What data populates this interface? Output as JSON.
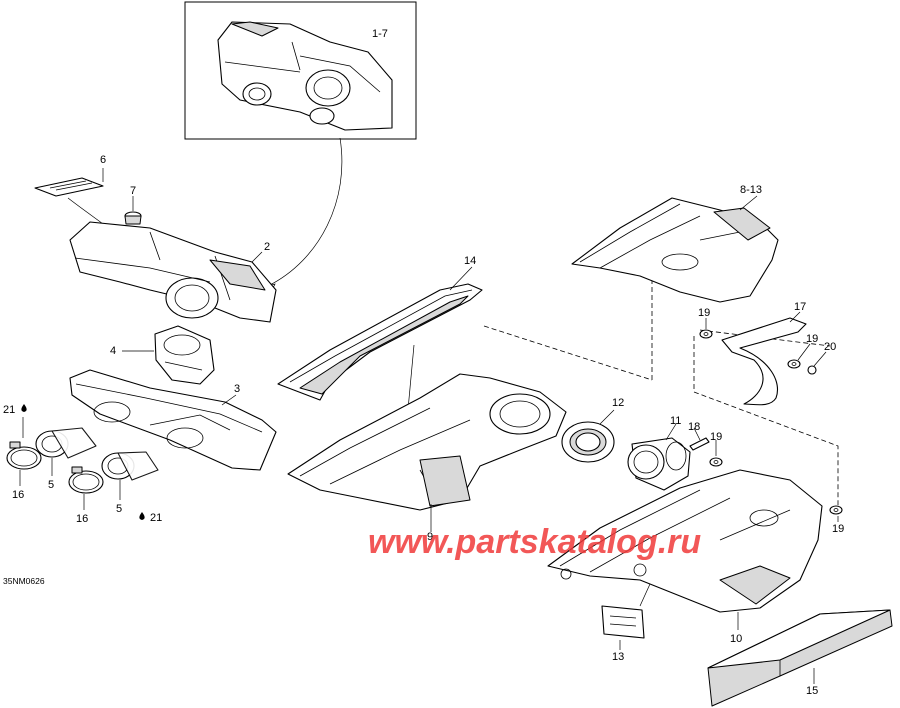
{
  "diagram_code": "35NM0626",
  "watermark": "www.partskatalog.ru",
  "callouts": {
    "c1_7": "1-7",
    "c2": "2",
    "c3": "3",
    "c4": "4",
    "c5a": "5",
    "c5b": "5",
    "c6": "6",
    "c7": "7",
    "c8_13": "8-13",
    "c9": "9",
    "c10": "10",
    "c11": "11",
    "c12": "12",
    "c13": "13",
    "c14": "14",
    "c15": "15",
    "c16a": "16",
    "c16b": "16",
    "c17": "17",
    "c18": "18",
    "c19a": "19",
    "c19b": "19",
    "c19c": "19",
    "c19d": "19",
    "c20": "20",
    "c21a": "21",
    "c21b": "21"
  },
  "colors": {
    "line": "#000000",
    "shade": "#d9d9d9",
    "watermark": "#f03a3a",
    "background": "#ffffff"
  }
}
